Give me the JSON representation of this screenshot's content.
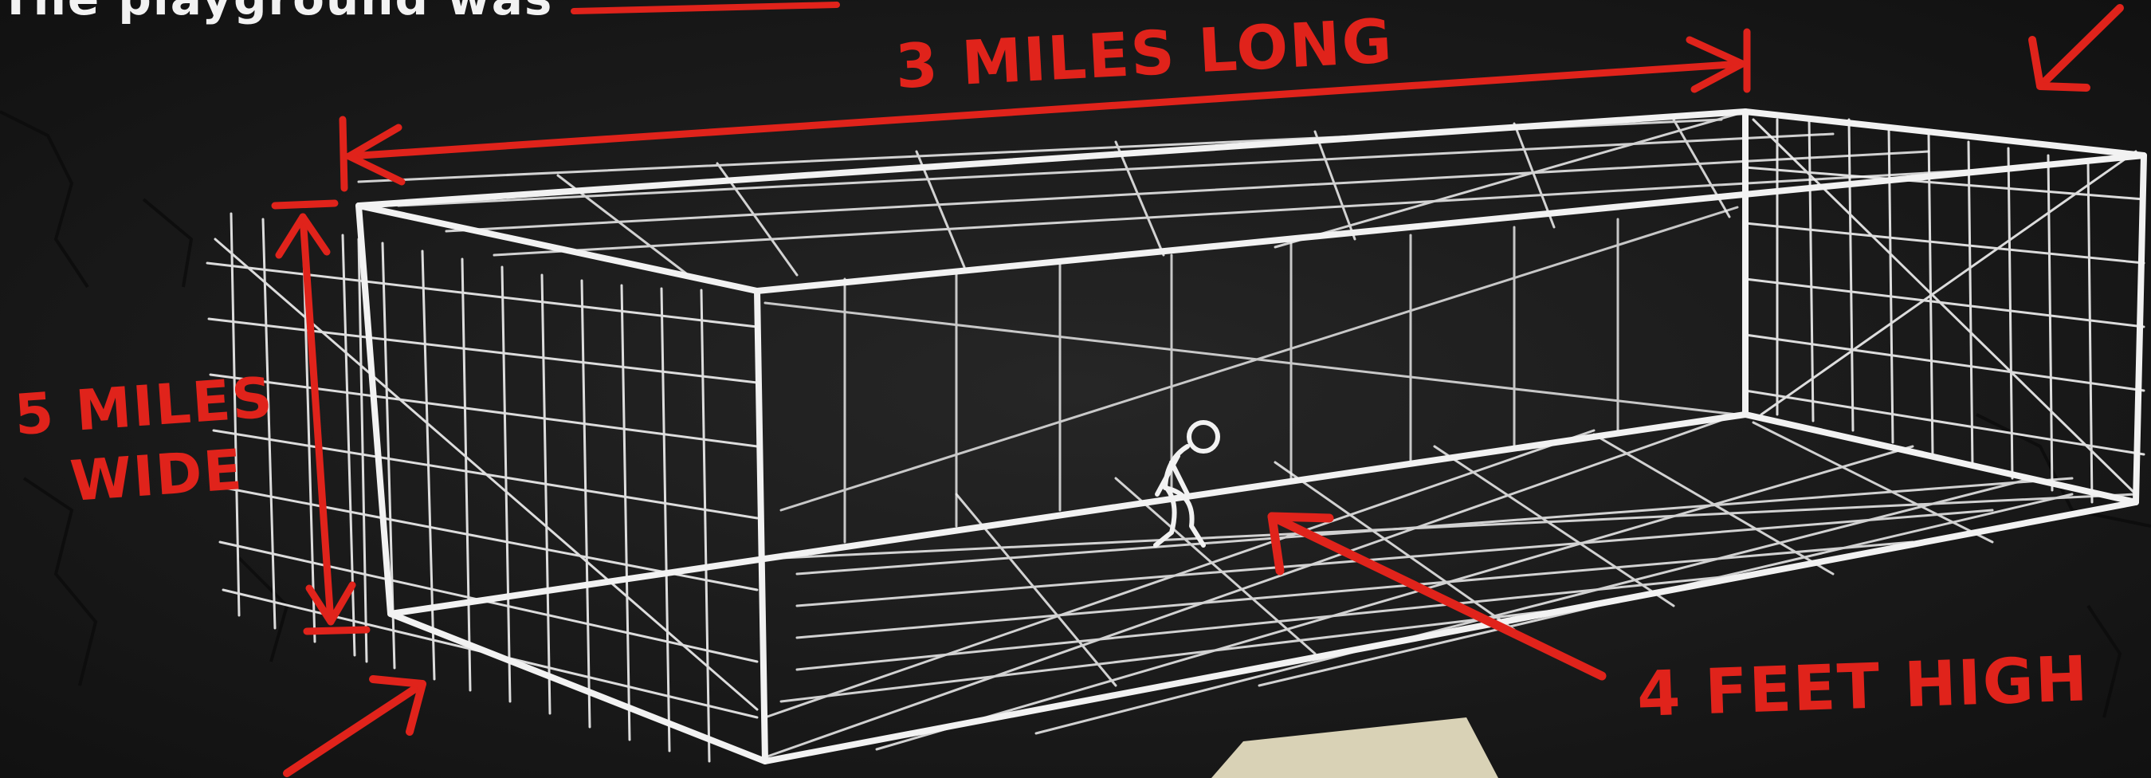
{
  "header": {
    "text_prefix": "The playground was "
  },
  "labels": {
    "length": "3 MILES LONG",
    "width_line1": "5 MILES",
    "width_line2": "WIDE",
    "height": "4 FEET HIGH"
  },
  "colors": {
    "background": "#1c1c1c",
    "wireframe": "#f2f2f2",
    "annotation_red": "#e0231b",
    "paper_scrap": "#d9d2b6"
  },
  "icons": {
    "figure": "stick-figure-crouching"
  }
}
